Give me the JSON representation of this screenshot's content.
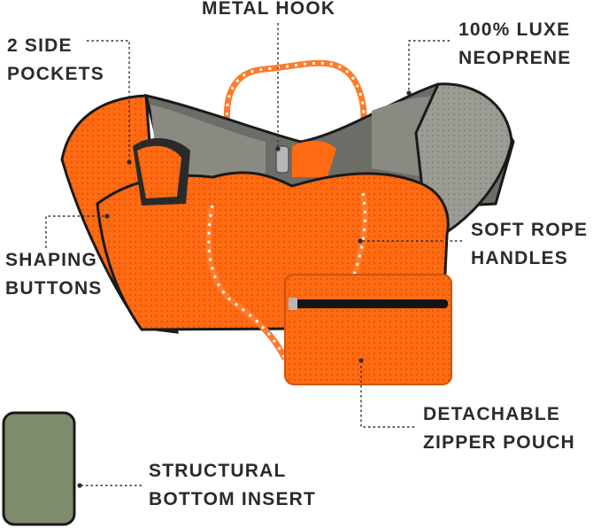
{
  "callouts": {
    "metal_hook": "METAL HOOK",
    "side_pockets": "2 SIDE\nPOCKETS",
    "neoprene": "100% LUXE\nNEOPRENE",
    "shaping_buttons": "SHAPING\nBUTTONS",
    "rope_handles": "SOFT ROPE\nHANDLES",
    "zipper_pouch": "DETACHABLE\nZIPPER POUCH",
    "bottom_insert": "STRUCTURAL\nBOTTOM INSERT"
  },
  "colors": {
    "bag_orange": "#ff6a12",
    "lining_grey": "#8a8a82",
    "trim_black": "#1a1a1a",
    "insert_olive": "#7f8c6c",
    "text": "#2b2b2b"
  }
}
